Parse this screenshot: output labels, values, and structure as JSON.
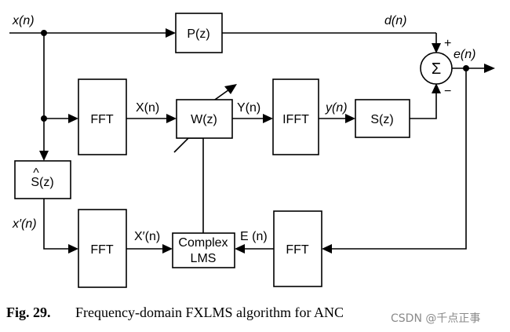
{
  "blocks": {
    "p": "P(z)",
    "fft_top": "FFT",
    "w": "W(z)",
    "ifft": "IFFT",
    "s": "S(z)",
    "s_hat": "S(z)",
    "s_hat_accent": "^",
    "fft_mid": "FFT",
    "lms_line1": "Complex",
    "lms_line2": "LMS",
    "fft_err": "FFT",
    "sum": "Σ"
  },
  "signals": {
    "x": "x(n)",
    "d": "d(n)",
    "e": "e(n)",
    "X": "X(n)",
    "Y": "Y(n)",
    "y": "y(n)",
    "x_prime": "x′(n)",
    "X_prime": "X′(n)",
    "E": "E (n)",
    "plus": "+",
    "minus": "−"
  },
  "caption": {
    "number": "Fig. 29.",
    "text": "Frequency-domain FXLMS algorithm for ANC"
  },
  "watermark": "CSDN @千点正事"
}
